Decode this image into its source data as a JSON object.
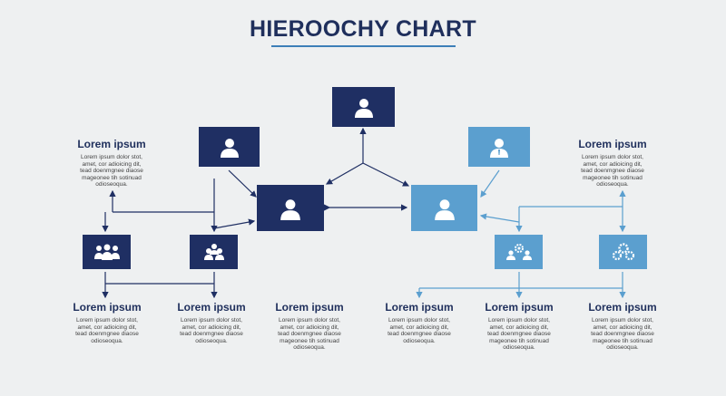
{
  "title": "HIEROOCHY CHART",
  "colors": {
    "dark": "#1f2f63",
    "light": "#5b9fcf",
    "title": "#1f2f5c",
    "rule": "#3d7fb8"
  },
  "nodes": {
    "top": {
      "icon": "person-icon"
    },
    "upper_left": {
      "icon": "person-icon"
    },
    "upper_right": {
      "icon": "person-icon"
    },
    "center_left": {
      "icon": "person-icon"
    },
    "center_right": {
      "icon": "person-icon"
    },
    "left_a": {
      "icon": "team-icon"
    },
    "left_b": {
      "icon": "group-icon"
    },
    "right_a": {
      "icon": "team-gear-icon"
    },
    "right_b": {
      "icon": "gears-icon"
    }
  },
  "blocks": {
    "upper_left": {
      "title": "Lorem ipsum",
      "lines": [
        "Lorem ipsum dolor stot,",
        "amet, cor adioicing dit,",
        "tead doenmgnee diaose",
        "mageonee tih sotinuad",
        "odioseoqua."
      ]
    },
    "upper_right": {
      "title": "Lorem ipsum",
      "lines": [
        "Lorem ipsum dolor stot,",
        "amet, cor adioicing dit,",
        "tead doenmgnee diaose",
        "mageonee tih sotinuad",
        "odioseoqua."
      ]
    },
    "bottom_1": {
      "title": "Lorem ipsum",
      "lines": [
        "Lorem ipsum dolor stot,",
        "amet, cor adioicing dit,",
        "tead doenmgnee diaose",
        "odioseoqua."
      ]
    },
    "bottom_2": {
      "title": "Lorem ipsum",
      "lines": [
        "Lorem ipsum dolor stot,",
        "amet, cor adioicing dit,",
        "tead doenmgnee diaose",
        "odioseoqua."
      ]
    },
    "bottom_3": {
      "title": "Lorem ipsum",
      "lines": [
        "Lorem ipsum dolor stot,",
        "amet, cor adioicing dit,",
        "tead doenmgnee diaose",
        "mageonee tih sotinuad",
        "odioseoqua."
      ]
    },
    "bottom_4": {
      "title": "Lorem ipsum",
      "lines": [
        "Lorem ipsum dolor stot,",
        "amet, cor adioicing dit,",
        "tead doenmgnee diaose",
        "odioseoqua."
      ]
    },
    "bottom_5": {
      "title": "Lorem ipsum",
      "lines": [
        "Lorem ipsum dolor stot,",
        "amet, cor adioicing dit,",
        "tead doenmgnee diaose",
        "mageonee tih sotinuad",
        "odioseoqua."
      ]
    },
    "bottom_6": {
      "title": "Lorem ipsum",
      "lines": [
        "Lorem ipsum dolor stot,",
        "amet, cor adioicing dit,",
        "tead doenmgnee diaose",
        "mageonee tih sotinuad",
        "odioseoqua."
      ]
    }
  }
}
